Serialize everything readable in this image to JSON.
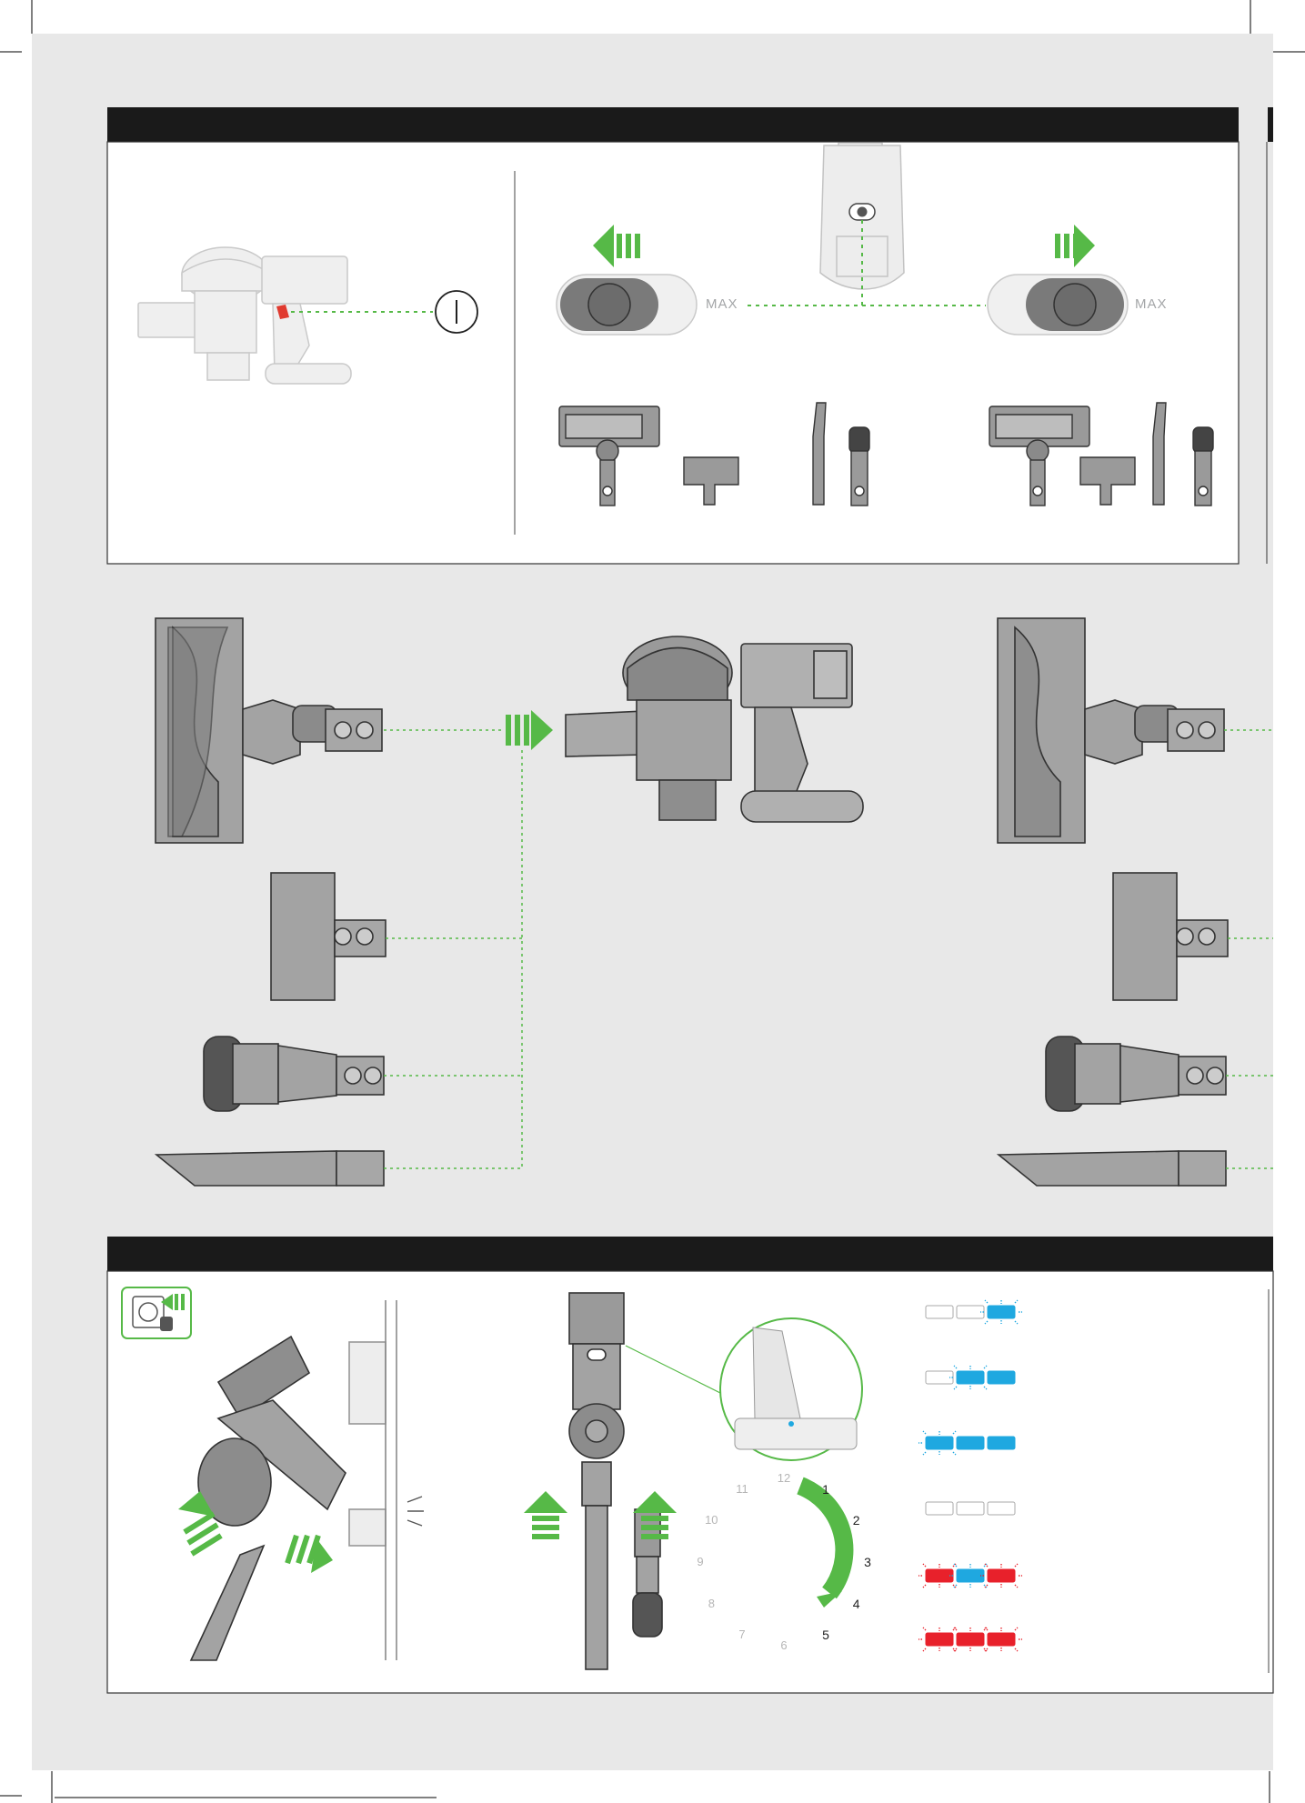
{
  "power_mode": {
    "max_label": "MAX"
  },
  "charging": {
    "clock_numbers": [
      "12",
      "1",
      "2",
      "3",
      "4",
      "5",
      "6",
      "7",
      "8",
      "9",
      "10",
      "11"
    ],
    "clock_highlighted": [
      "1",
      "2",
      "3",
      "4",
      "5"
    ]
  },
  "led_status_rows": [
    [
      "off",
      "off",
      "blue-flash"
    ],
    [
      "off",
      "blue-flash",
      "blue"
    ],
    [
      "blue-flash",
      "blue",
      "blue"
    ],
    [
      "off",
      "off",
      "off"
    ],
    [
      "red-flash",
      "blue-flash",
      "red-flash"
    ],
    [
      "red-flash",
      "red-flash",
      "red-flash"
    ]
  ],
  "colors": {
    "accent_green": "#56b947",
    "panel_gray": "#e8e8e8",
    "header_bar": "#1a1a1a",
    "trigger_red": "#e03a2f",
    "led_blue": "#1fa8e0",
    "led_red": "#e8212b"
  },
  "icons": [
    "power-on-icon",
    "arrow-left-icon",
    "arrow-right-icon",
    "arrow-up-icon",
    "wall-socket-plug-icon"
  ]
}
